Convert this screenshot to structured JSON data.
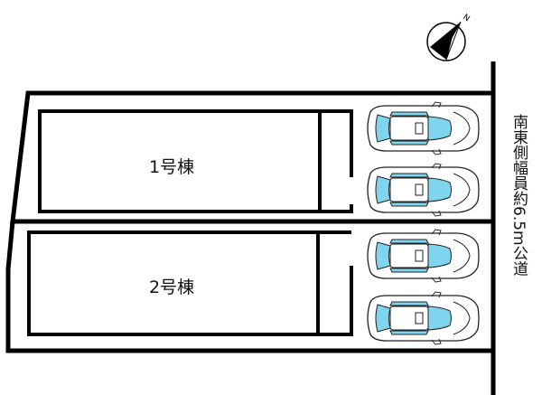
{
  "site_plan": {
    "buildings": [
      {
        "label": "1号棟"
      },
      {
        "label": "2号棟"
      }
    ],
    "road_label": "南東側幅員約6.5m公道",
    "compass": {
      "north_label": "N",
      "icon": "north-arrow-icon"
    },
    "parking": {
      "car_count": 4,
      "icon": "car-icon"
    },
    "colors": {
      "car_glass": "#7fd4ee",
      "lines": "#000000",
      "background": "#ffffff"
    }
  }
}
